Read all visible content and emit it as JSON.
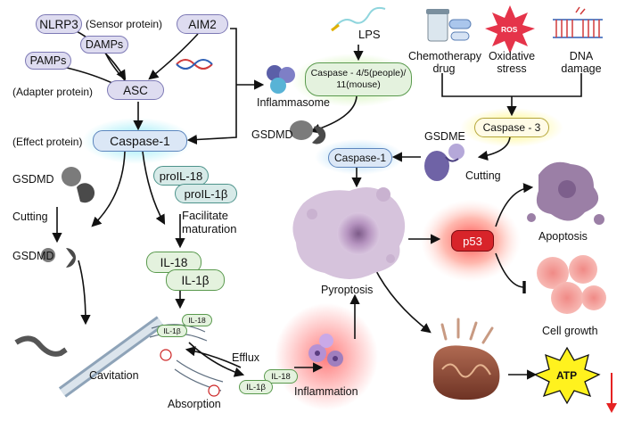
{
  "nodes": {
    "nlrp3": "NLRP3",
    "sensor_protein": "(Sensor protein)",
    "aim2": "AIM2",
    "damps": "DAMPs",
    "pamps": "PAMPs",
    "adapter_protein": "(Adapter protein)",
    "asc": "ASC",
    "effect_protein": "(Effect protein)",
    "caspase1_left": "Caspase-1",
    "inflammasome": "Inflammasome",
    "lps": "LPS",
    "caspase45_line1": "Caspase - 4/5(people)/",
    "caspase45_line2": "11(mouse)",
    "gsdmd_top": "GSDMD",
    "chemo_line1": "Chemotherapy",
    "chemo_line2": "drug",
    "ros": "ROS",
    "oxidative_line1": "Oxidative",
    "oxidative_line2": "stress",
    "dna_line1": "DNA",
    "dna_line2": "damage",
    "caspase3": "Caspase - 3",
    "gsdme": "GSDME",
    "cutting_right": "Cutting",
    "caspase1_right": "Caspase-1",
    "gsdmd_left": "GSDMD",
    "cutting_left": "Cutting",
    "gsdmd_cut": "GSDMD",
    "proil18": "proIL-18",
    "proil1b": "proIL-1β",
    "facilitate_line1": "Facilitate",
    "facilitate_line2": "maturation",
    "il18": "IL-18",
    "il1b": "IL-1β",
    "il18_small_a": "IL-18",
    "il1b_small_a": "IL-1β",
    "il18_small_b": "IL-18",
    "il1b_small_b": "IL-1β",
    "cavitation": "Cavitation",
    "absorption": "Absorption",
    "efflux": "Efflux",
    "inflammation": "Inflammation",
    "pyroptosis": "Pyroptosis",
    "p53": "p53",
    "apoptosis": "Apoptosis",
    "cell_growth": "Cell growth",
    "atp": "ATP"
  },
  "colors": {
    "purple_fill": "#dedcf0",
    "blue_fill": "#dbe7f6",
    "teal_fill": "#d7eae8",
    "green_fill": "#e4f2de",
    "p53_fill": "#d8242a",
    "atp_fill": "#fff21e",
    "ros_fill": "#e5344a",
    "down_arrow": "#e52222"
  }
}
